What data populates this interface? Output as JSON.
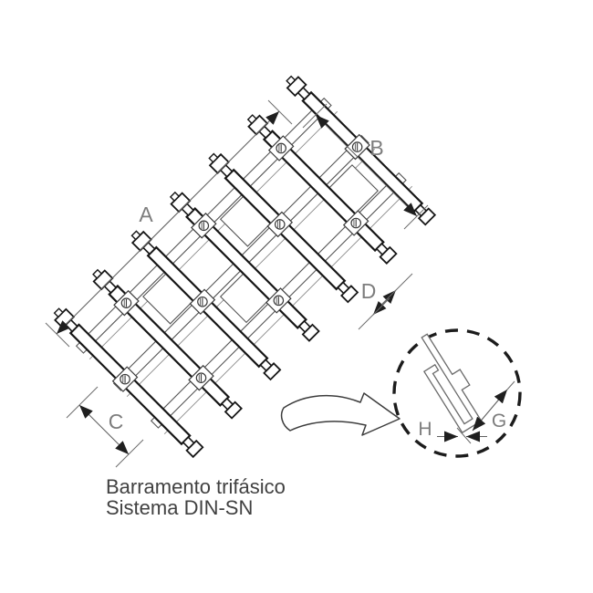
{
  "diagram": {
    "type": "technical-drawing",
    "subject": "three-phase busbar assembly",
    "caption": {
      "line1": "Barramento trifásico",
      "line2": "Sistema DIN-SN"
    },
    "dimensions": {
      "a": "A",
      "b": "B",
      "c": "C",
      "d": "D",
      "g": "G",
      "h": "H"
    },
    "icons": [
      "screw-icon",
      "zoom-arrow-icon",
      "detail-circle"
    ],
    "colors": {
      "background": "#ffffff",
      "heavy_line": "#161616",
      "light_line": "#555555",
      "dimension_line": "#5f5f5f",
      "arrowhead": "#1f1f1f",
      "label_text": "#7d7d7d",
      "caption_text": "#414141"
    }
  }
}
